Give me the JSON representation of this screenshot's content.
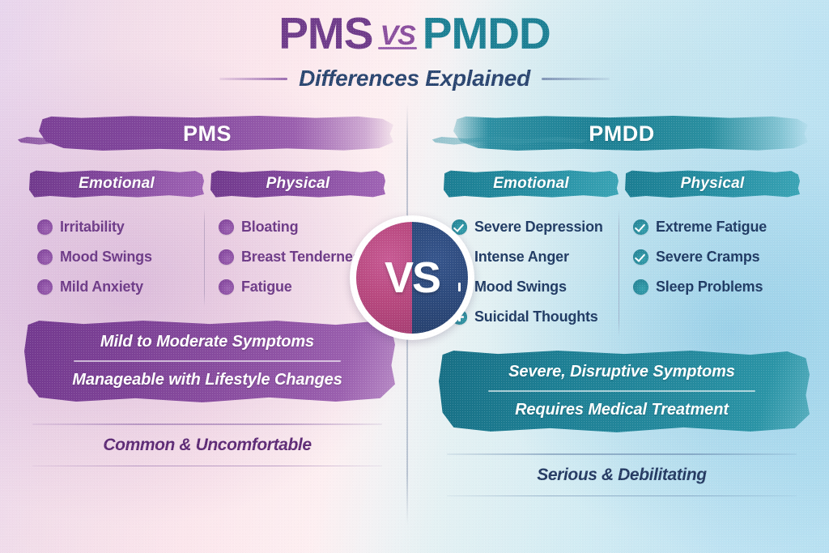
{
  "header": {
    "title_left": "PMS",
    "title_vs": "VS",
    "title_right": "PMDD",
    "subtitle": "Differences Explained"
  },
  "center_badge": {
    "label": "VS",
    "color_left": "#b8497f",
    "color_right": "#2d4a7c"
  },
  "panels": [
    {
      "id": "pms",
      "banner_label": "PMS",
      "accent_color": "#7b4096",
      "text_color": "#6d3a87",
      "columns": [
        {
          "heading": "Emotional",
          "items": [
            {
              "label": "Irritability",
              "icon": "bullet-dot-icon"
            },
            {
              "label": "Mood Swings",
              "icon": "bullet-dot-icon"
            },
            {
              "label": "Mild Anxiety",
              "icon": "bullet-dot-icon"
            }
          ]
        },
        {
          "heading": "Physical",
          "items": [
            {
              "label": "Bloating",
              "icon": "bullet-dot-icon"
            },
            {
              "label": "Breast Tendernes",
              "icon": "bullet-dot-icon"
            },
            {
              "label": "Fatigue",
              "icon": "bullet-dot-icon"
            }
          ]
        }
      ],
      "summary": {
        "line1": "Mild to Moderate Symptoms",
        "line2": "Manageable with Lifestyle Changes"
      },
      "footer": "Common & Uncomfortable"
    },
    {
      "id": "pmdd",
      "banner_label": "PMDD",
      "accent_color": "#1d8094",
      "text_color": "#1f3a63",
      "columns": [
        {
          "heading": "Emotional",
          "items": [
            {
              "label": "Severe Depression",
              "icon": "check-circle-icon"
            },
            {
              "label": "Intense Anger",
              "icon": "bullet-dot-icon"
            },
            {
              "label": "Mood Swings",
              "icon": "plus-circle-icon"
            },
            {
              "label": "Suicidal Thoughts",
              "icon": "plus-circle-icon"
            }
          ]
        },
        {
          "heading": "Physical",
          "items": [
            {
              "label": "Extreme Fatigue",
              "icon": "check-circle-icon"
            },
            {
              "label": "Severe Cramps",
              "icon": "check-circle-icon"
            },
            {
              "label": "Sleep Problems",
              "icon": "bullet-dot-icon"
            }
          ]
        }
      ],
      "summary": {
        "line1": "Severe, Disruptive Symptoms",
        "line2": "Requires Medical Treatment"
      },
      "footer": "Serious & Debilitating"
    }
  ]
}
